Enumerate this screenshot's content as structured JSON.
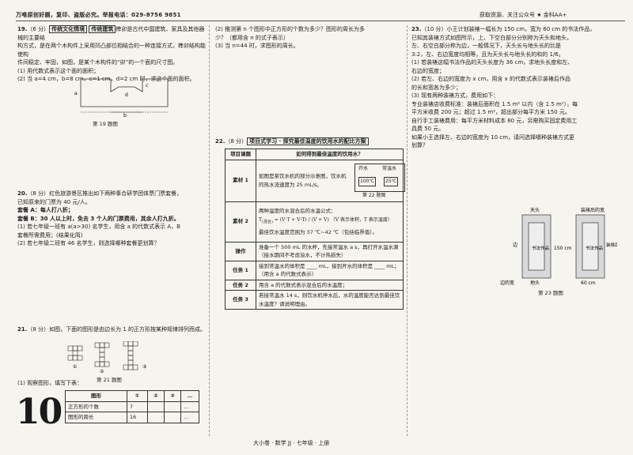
{
  "header": {
    "left": "万唯原创好题，复印、盗版必究。举报电话：029-8756 9851",
    "right": "获取资源、关注公众号 ★ 金科AA+"
  },
  "q19": {
    "num": "19.",
    "score": "（6 分）",
    "tag1": "传统文化情境",
    "tag2": "传统建筑",
    "lines": [
      "榫卯是古代中国建筑、家具及其他器械的主要结",
      "构方式，是在两个木构件上采用凹凸部位相结合的一种连接方式，榫卯结构能使构",
      "件间稳定、牢固，如图，是某个木构件的“卯”的一个面的尺寸图。",
      "(1) 用代数式表示这个面的面积；",
      "(2) 当 a=4 cm，b=8 cm，c=1 cm，d=2 cm 时，求这个面的面积。"
    ],
    "caption": "第 19 题图",
    "labels": [
      "a",
      "b",
      "c",
      "d"
    ]
  },
  "q20": {
    "num": "20.",
    "score": "（8 分）",
    "lines": [
      "红色旅游景区推出如下两种事合研学团体票门票套餐，",
      "已知原来的门票为 40 元/人。",
      "套餐 A：每人打八折；",
      "套餐 B：30 人以上时，免去 3 个人的门票费用，其余人打九折。",
      "(1) 若七年级一班有 a(a>30) 名学生，用含 a 的代数式表示 A，B",
      "套餐所需费用；(结果化简)",
      "(2) 若七年级二班有 46 名学生，则选择哪种套餐更划算？"
    ]
  },
  "q21": {
    "num": "21.",
    "score": "（8 分）",
    "text": "如图，下面的图形是由边长为 1 的正方形按某种规律排列而成。",
    "caption": "第 21 题图",
    "marks": [
      "①",
      "②",
      "③"
    ],
    "sub1": "(1) 观察图形，填写下表：",
    "table": {
      "head": [
        "图形",
        "①",
        "②",
        "③",
        "…"
      ],
      "rows": [
        [
          "正方形的个数",
          "7",
          "",
          "",
          "…"
        ],
        [
          "图形的周长",
          "16",
          "",
          "",
          "…"
        ]
      ]
    }
  },
  "q21b": {
    "lines": [
      "(2) 推测第 n 个图形中正方形的个数为多少？图形的周长为多",
      "少？（都用含 n 的式子表示）",
      "(3) 当 n=44 时，求图形的周长。"
    ]
  },
  "q22": {
    "num": "22.",
    "score": "（8 分）",
    "tag": "项目式学习 · 探究最佳温度的饮用水的配比方案",
    "table": {
      "project_label": "项目课题",
      "project": "如何得到最佳温度的饮用水？",
      "m1_label": "素材 1",
      "m1": "如图是某饮水机的部分示意图，饮水机的热水流速度为 25 mL/s。",
      "hot": "开水",
      "hot_temp": "100℃",
      "cold": "常温水",
      "cold_temp": "25℃",
      "fig": "第 22 题图",
      "m2_label": "素材 2",
      "m2a": "两种温度的水混合后的水温公式：",
      "m2b": "（V 表示体积，T 表示温度）",
      "m2c": "最佳饮水温度范围为 37 ℃~42 ℃（包括临界值）。",
      "op_label": "操作",
      "op": "准备一个 500 mL 的水杯，先接常温水 a s，再打开水温水源（接水期间不考虑溢水，不计热损失）",
      "t1_label": "任务 1",
      "t1": "接到常温水的体积是 ____ mL，接到开水的体积是 ____ mL；（用含 a 的代数式表示）",
      "t2_label": "任务 2",
      "t2": "用含 a 的代数式表示混合后的水温度；",
      "t3_label": "任务 3",
      "t3": "若接常温水 14 s，则饮水机停水后，水的温度能否达到最佳饮水温度？请说明理由。"
    }
  },
  "q23": {
    "num": "23.",
    "score": "（10 分）",
    "lines": [
      "小王计划装裱一幅长为 150 cm，宽为 60 cm 的书法作品，",
      "已知其装裱方式如图所示，上、下空白部分分别称为天头和地头，",
      "左、右空白部分称为边，一般情况下，天头长与地头长的比是",
      "3:2，左、右边宽度均相等，且为天头长与地头长的和的 1/6。",
      "(1) 若装裱这幅书法作品的天头长度为 36 cm，求地头长度和左、",
      "右边的宽度；",
      "(2) 若左、右边的宽度为 x cm，用含 x 的代数式表示装裱后作品",
      "的长和宽各为多少；",
      "(3) 现有两种装裱方式，费用如下：",
      "专业装裱店收费标准：装裱后面积在 1.5 m² 以内（含 1.5 m²），每",
      "平方米收费 200 元；超过 1.5 m²，超出部分每平方米 150 元。",
      "自行手工装裱费用：每平方米材料成本 80 元，另需购买固定费用工",
      "具费 50 元。",
      "如果小王选择左、右边的宽度为 10 cm，请问选择哪种装裱方式更",
      "划算？"
    ],
    "caption": "第 23 题图",
    "fig": {
      "top": "天头",
      "bottom": "地头",
      "side": "边",
      "work": "书法作品",
      "after": "装裱后的长",
      "after_w": "装裱后的宽",
      "h": "150 cm",
      "w": "60 cm",
      "side_w": "边的宽"
    }
  },
  "footer": "大小卷 · 数学 JJ · 七年级 · 上册",
  "big_number": "10"
}
